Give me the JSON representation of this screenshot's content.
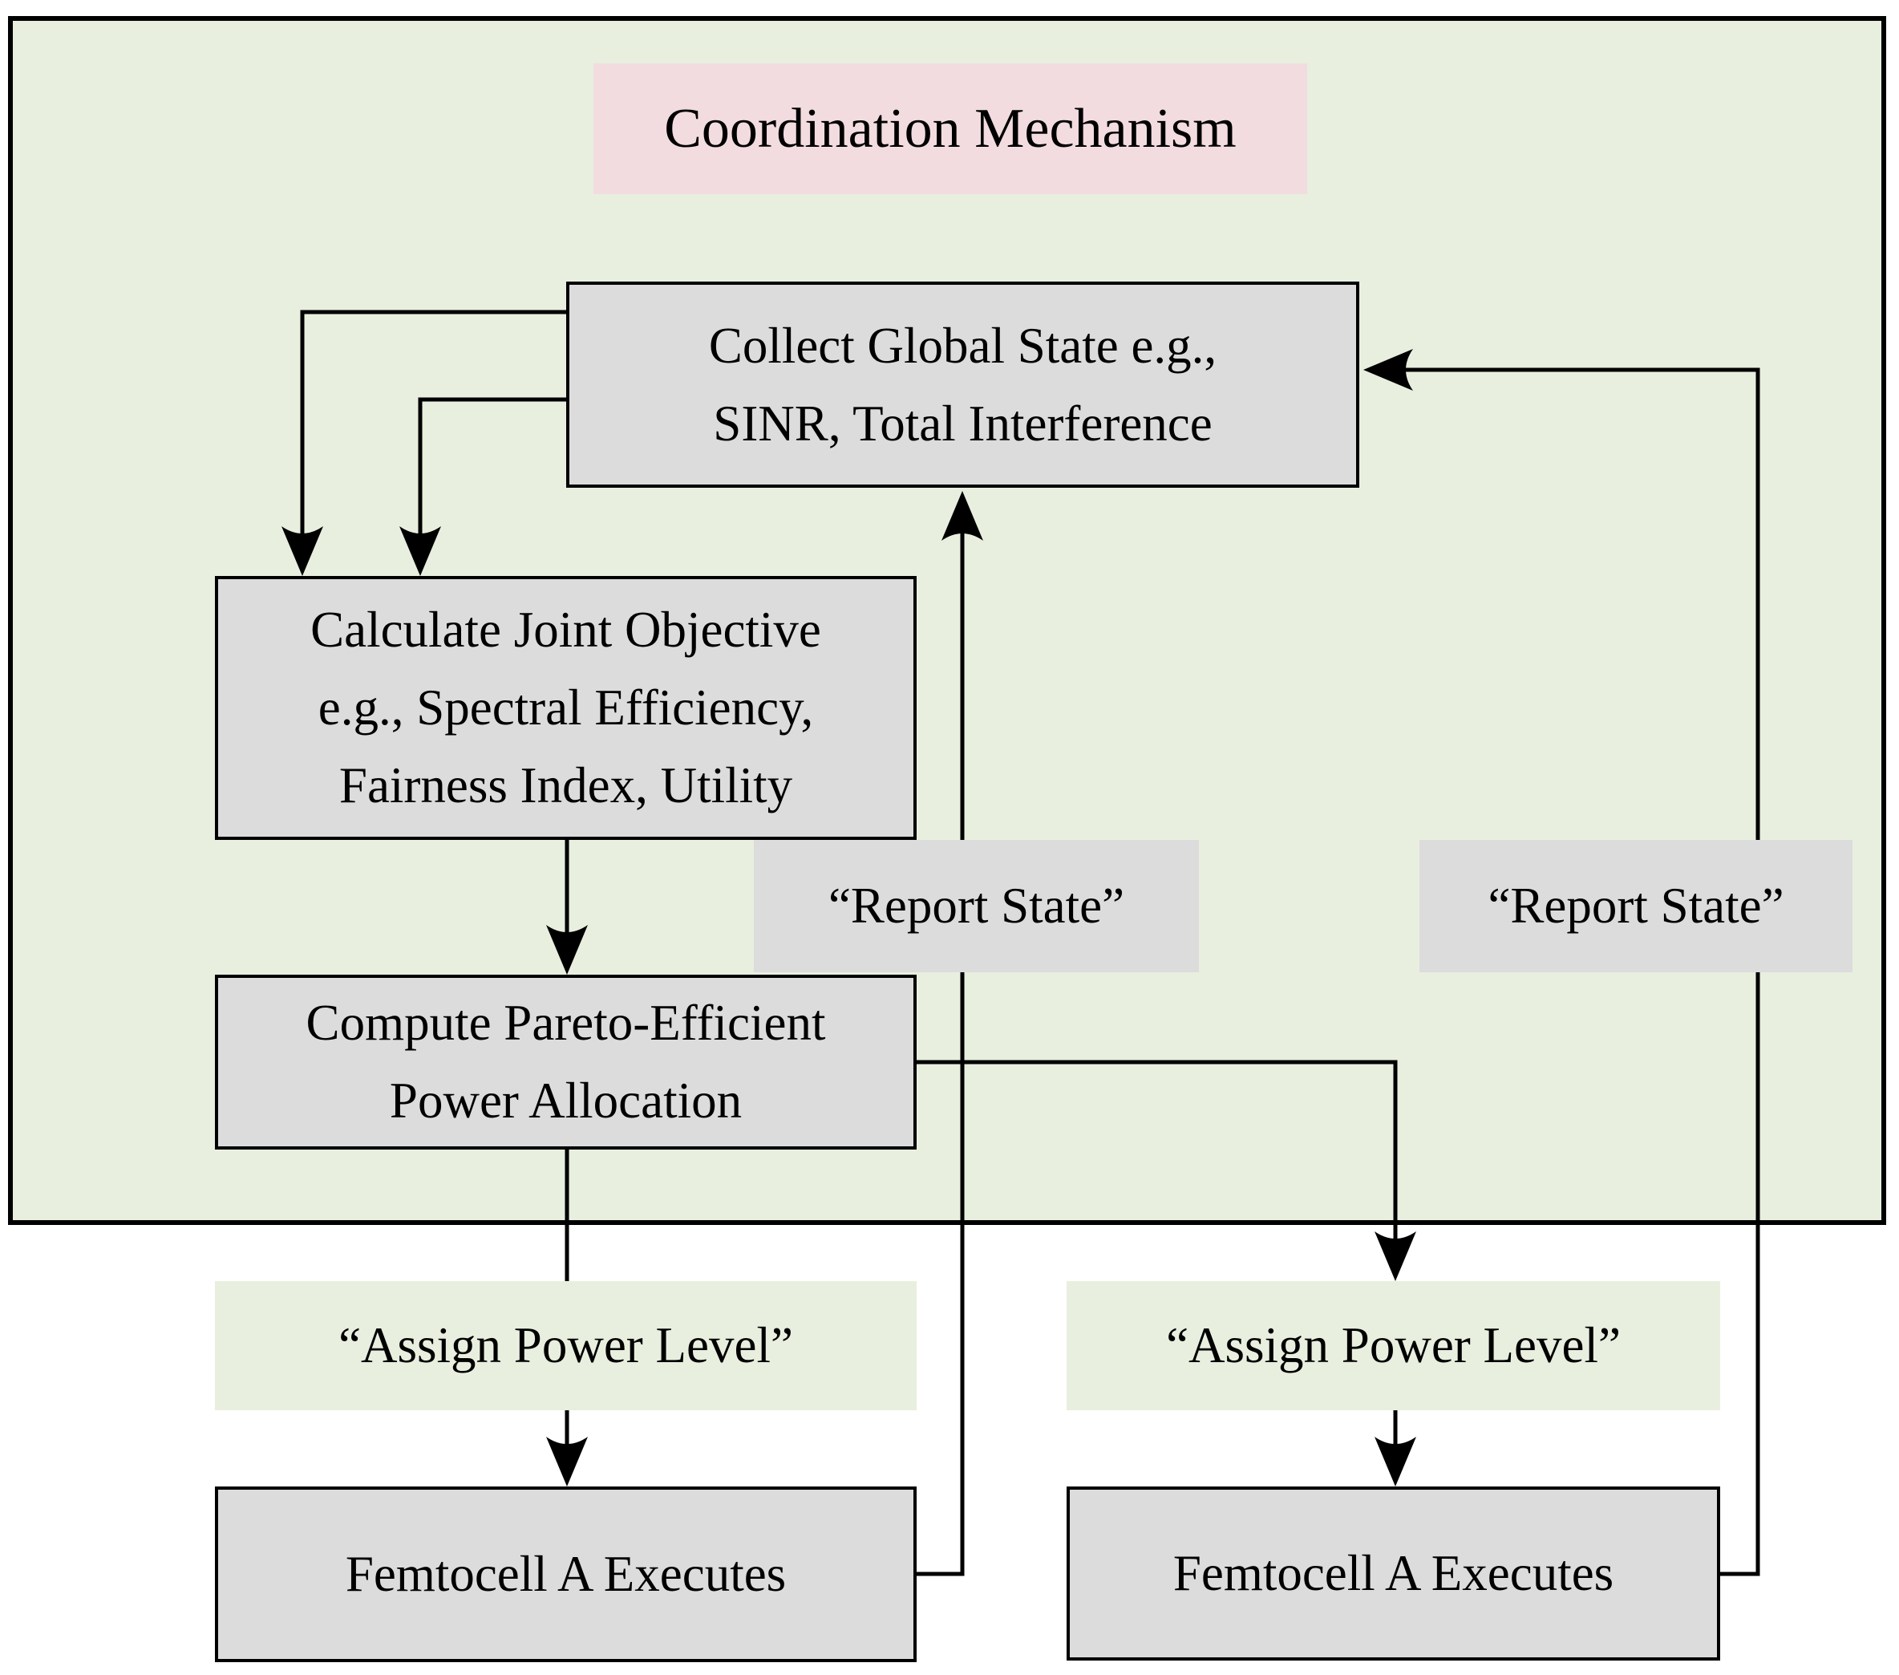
{
  "diagram": {
    "title": "Coordination Mechanism",
    "nodes": {
      "collect": {
        "lines": [
          "Collect Global State e.g.,",
          "SINR, Total Interference"
        ]
      },
      "calculate": {
        "lines": [
          "Calculate Joint Objective",
          "e.g., Spectral Efficiency,",
          "Fairness Index, Utility"
        ]
      },
      "compute": {
        "lines": [
          "Compute Pareto-Efficient",
          "Power Allocation"
        ]
      },
      "report_left": {
        "label": "“Report State”"
      },
      "report_right": {
        "label": "“Report State”"
      },
      "assign_left": {
        "label": "“Assign Power Level”"
      },
      "assign_right": {
        "label": "“Assign Power Level”"
      },
      "femtocell_left": {
        "label": "Femtocell A Executes"
      },
      "femtocell_right": {
        "label": "Femtocell A Executes"
      }
    },
    "edges": [
      {
        "from": "collect-global-state",
        "to": "calculate-joint-objective",
        "via": "left-elbow-1"
      },
      {
        "from": "collect-global-state",
        "to": "calculate-joint-objective",
        "via": "left-elbow-2"
      },
      {
        "from": "calculate-joint-objective",
        "to": "compute-pareto-power"
      },
      {
        "from": "compute-pareto-power",
        "to": "assign-power-level-left"
      },
      {
        "from": "compute-pareto-power",
        "to": "assign-power-level-right"
      },
      {
        "from": "assign-power-level-left",
        "to": "femtocell-left"
      },
      {
        "from": "assign-power-level-right",
        "to": "femtocell-right"
      },
      {
        "from": "femtocell-left",
        "to": "collect-global-state",
        "label": "report-state-left"
      },
      {
        "from": "femtocell-right",
        "to": "collect-global-state",
        "label": "report-state-right"
      }
    ],
    "colors": {
      "container_bg": "#e8efdf",
      "title_bg": "#f2dce0",
      "node_bg": "#dcdcdc",
      "line_color": "#000000",
      "page_bg": "#ffffff"
    }
  }
}
